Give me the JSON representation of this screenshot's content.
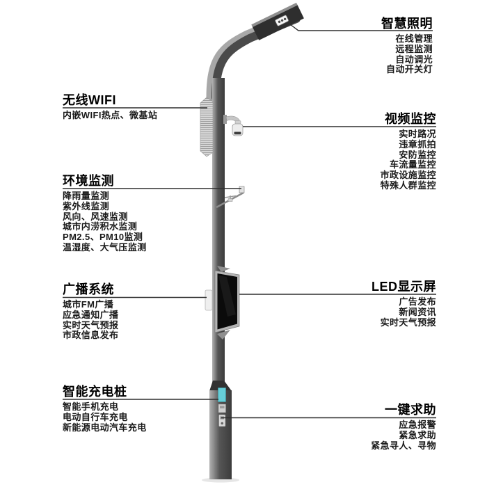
{
  "sections": {
    "smart_lighting": {
      "title": "智慧照明",
      "items": [
        "在线管理",
        "远程监测",
        "自动调光",
        "自动开关灯"
      ]
    },
    "wireless_wifi": {
      "title": "无线WIFI",
      "items": [
        "内嵌WIFI热点、微基站"
      ]
    },
    "video_surveillance": {
      "title": "视频监控",
      "items": [
        "实时路况",
        "违章抓拍",
        "安防监控",
        "车流量监控",
        "市政设施监控",
        "特殊人群监控"
      ]
    },
    "environment_monitoring": {
      "title": "环境监测",
      "items": [
        "降雨量监测",
        "紫外线监测",
        "风向、风速监测",
        "城市内涝积水监测",
        "PM2.5、PM10监测",
        "温湿度、大气压监测"
      ]
    },
    "broadcast_system": {
      "title": "广播系统",
      "items": [
        "城市FM广播",
        "应急通知广播",
        "实时天气预报",
        "市政信息发布"
      ]
    },
    "led_display": {
      "title": "LED显示屏",
      "items": [
        "广告发布",
        "新闻资讯",
        "实时天气预报"
      ]
    },
    "smart_charging": {
      "title": "智能充电桩",
      "items": [
        "智能手机充电",
        "电动自行车充电",
        "新能源电动汽车充电"
      ]
    },
    "sos_help": {
      "title": "一键求助",
      "items": [
        "应急报警",
        "紧急求助",
        "紧急寻人、寻物"
      ]
    }
  },
  "illustration": {
    "type": "smart-streetlight-pole",
    "parts": [
      "lamp-head",
      "wifi-antenna-panel",
      "cctv-camera",
      "weather-sensors",
      "broadcast-speaker",
      "led-screen",
      "charging-display",
      "sos-button-panel"
    ],
    "colors": {
      "pole_dark": "#3c3c3c",
      "pole_light": "#b2b2b2",
      "led_screen": "#0b0b0b",
      "charging_screen": "#66ced8",
      "leader_line": "#2e2e2e",
      "text": "#111111",
      "background": "#ffffff"
    }
  }
}
